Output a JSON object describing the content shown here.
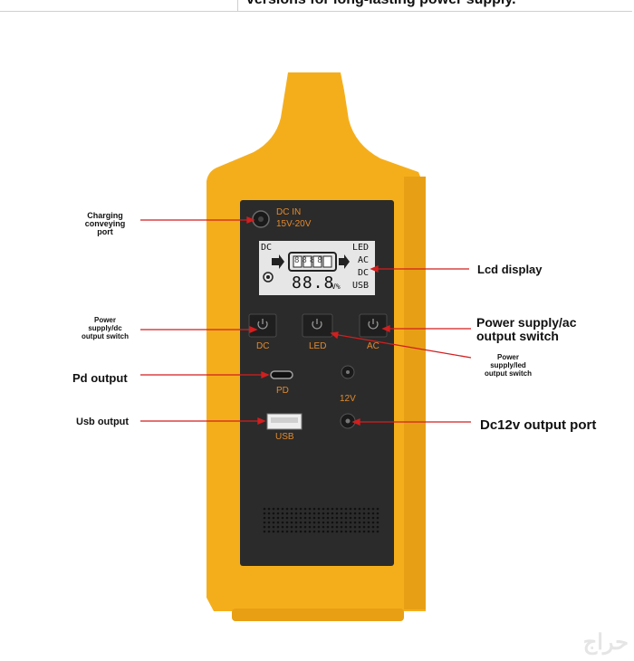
{
  "header": {
    "caption": "versions for long-lasting power supply."
  },
  "device": {
    "dc_in_label": "DC  IN",
    "dc_in_voltage": "15V-20V",
    "lcd": {
      "left_top": "DC",
      "right_labels": [
        "LED",
        "AC",
        "DC",
        "USB"
      ],
      "digits": "88.8",
      "unit": "V%",
      "battery_digits": "8888"
    },
    "buttons": [
      {
        "label": "DC"
      },
      {
        "label": "LED"
      },
      {
        "label": "AC"
      }
    ],
    "pd_label": "PD",
    "v12_label": "12V",
    "usb_label": "USB"
  },
  "callouts": {
    "charging": [
      "Charging",
      "conveying",
      "port"
    ],
    "power_dc": [
      "Power",
      "supply/dc",
      "output switch"
    ],
    "pd_output": "Pd output",
    "usb_output": "Usb output",
    "lcd_display": "Lcd display",
    "power_ac": [
      "Power supply/ac",
      "output switch"
    ],
    "power_led": [
      "Power",
      "supply/led",
      "output switch"
    ],
    "dc12v": "Dc12v output port"
  },
  "colors": {
    "body": "#f5ae1b",
    "panel": "#2b2b2b",
    "accent": "#d9772a",
    "arrow": "#d21f1f"
  }
}
